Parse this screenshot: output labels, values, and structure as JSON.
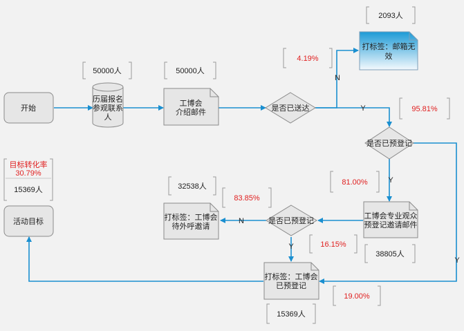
{
  "nodes": {
    "start": "开始",
    "history": [
      "历届报名",
      "参观联系",
      "人"
    ],
    "intro_mail": [
      "工博会",
      "介绍邮件"
    ],
    "delivered": "是否已送达",
    "tag_invalid": [
      "打标签：邮箱无",
      "效"
    ],
    "prereg1": "是否已预登记",
    "invite_mail": [
      "工博会专业观众",
      "预登记邀请邮件"
    ],
    "prereg2": "是否已预登记",
    "tag_call": [
      "打标签：工博会",
      "待外呼邀请"
    ],
    "tag_registered": [
      "打标签：工博会",
      "已预登记"
    ],
    "goal": "活动目标"
  },
  "labels": {
    "n1": "N",
    "y1": "Y",
    "n2": "N",
    "y2": "Y",
    "y3": "Y"
  },
  "stats": {
    "count_history": "50000人",
    "count_intro": "50000人",
    "count_invalid": "2093人",
    "pct_invalid": "4.19%",
    "pct_delivered": "95.81%",
    "pct_notreg": "81.00%",
    "count_invite": "38805人",
    "pct_call": "83.85%",
    "count_call": "32538人",
    "pct_reg2": "16.15%",
    "pct_reg1": "19.00%",
    "count_registered": "15369人",
    "goal_title": "目标转化率",
    "goal_rate": "30.79%",
    "goal_count": "15369人"
  },
  "colors": {
    "flow": "#1a8fd0",
    "highlight": "#e02020",
    "box_fill": "#e6e6e6",
    "gradient_top": "#1c9ad6",
    "gradient_bottom": "#f4f9fd"
  }
}
